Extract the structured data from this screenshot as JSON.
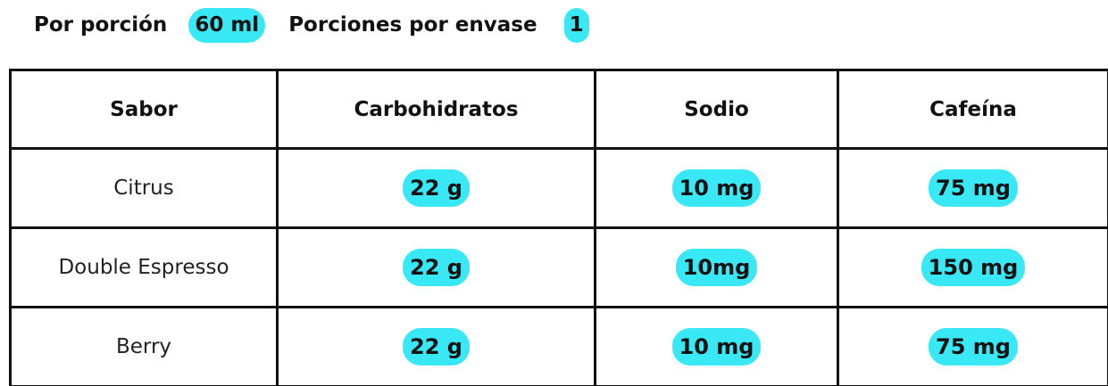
{
  "serving": {
    "per_portion_label": "Por porción",
    "per_portion_value": "60 ml",
    "portions_label": "Porciones por envase",
    "portions_value": "1"
  },
  "colors": {
    "highlight": "#38e8f5",
    "border": "#111111"
  },
  "table": {
    "headers": [
      "Sabor",
      "Carbohidratos",
      "Sodio",
      "Cafeína"
    ],
    "rows": [
      {
        "flavor": "Citrus",
        "carbs": "22 g",
        "sodium": "10 mg",
        "caffeine": "75 mg"
      },
      {
        "flavor": "Double Espresso",
        "carbs": "22 g",
        "sodium": "10mg",
        "caffeine": "150 mg"
      },
      {
        "flavor": "Berry",
        "carbs": "22 g",
        "sodium": "10 mg",
        "caffeine": "75 mg"
      }
    ]
  }
}
